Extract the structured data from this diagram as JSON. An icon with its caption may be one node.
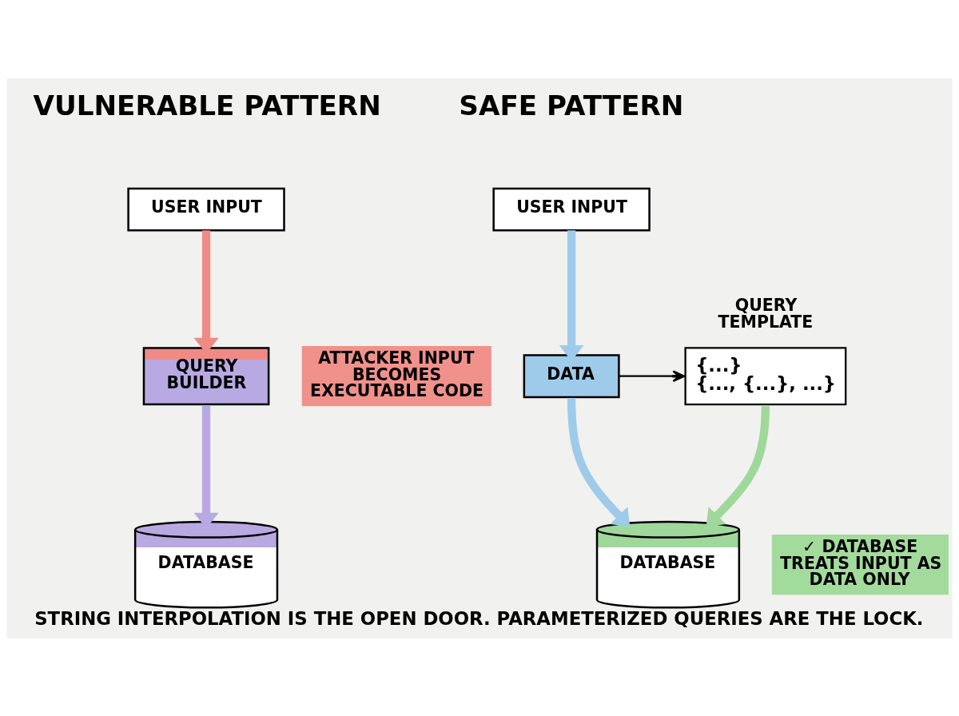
{
  "diagram": {
    "caption": "STRING INTERPOLATION IS THE OPEN DOOR. PARAMETERIZED QUERIES ARE THE LOCK.",
    "nodes": [
      {
        "text": [
          "USER INPUT"
        ]
      },
      {
        "text": [
          "QUERY BUILDER"
        ]
      },
      {
        "text": [
          "DATABASE"
        ]
      },
      {
        "text": [
          "USER INPUT"
        ]
      },
      {
        "text": [
          "DATA"
        ]
      },
      {
        "text": [
          "QUERY TEMPLATE",
          "{...}",
          "{..., {...}, ...}"
        ]
      },
      {
        "text": [
          "DATABASE"
        ],
        "beside": [
          "✓ DATABASE TREATS INPUT AS DATA ONLY"
        ]
      }
    ],
    "edges": [
      {
        "from": 0,
        "to": 1,
        "arrow": "to",
        "color": "#ef8a84"
      },
      {
        "from": 1,
        "to": 2,
        "arrow": "to",
        "color": "#b9a9e2"
      },
      {
        "from": 3,
        "to": 4,
        "arrow": "to",
        "color": "#9fcbea"
      },
      {
        "from": 4,
        "to": 5,
        "arrow": "to",
        "color": "#000000"
      },
      {
        "from": 4,
        "to": 6,
        "arrow": "to",
        "color": "#9fcbea"
      },
      {
        "from": 5,
        "to": 6,
        "arrow": "to",
        "color": "#9fd89a"
      }
    ],
    "labels": [
      "VULNERABLE PATTERN",
      "SAFE PATTERN",
      "ATTACKER INPUT BECOMES EXECUTABLE CODE"
    ]
  }
}
